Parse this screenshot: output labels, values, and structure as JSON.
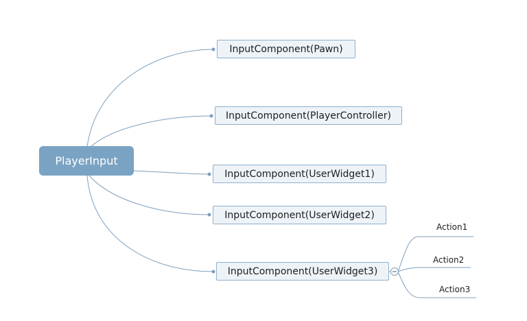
{
  "colors": {
    "line": "#7e9fbd",
    "root_fill": "#7aa3c3",
    "node_fill": "#eef3f8",
    "node_border": "#8fb0cc"
  },
  "root": {
    "label": "PlayerInput"
  },
  "children": [
    {
      "label": "InputComponent(Pawn)"
    },
    {
      "label": "InputComponent(PlayerController)"
    },
    {
      "label": "InputComponent(UserWidget1)"
    },
    {
      "label": "InputComponent(UserWidget2)"
    },
    {
      "label": "InputComponent(UserWidget3)",
      "children": [
        {
          "label": "Action1"
        },
        {
          "label": "Action2"
        },
        {
          "label": "Action3"
        }
      ]
    }
  ]
}
